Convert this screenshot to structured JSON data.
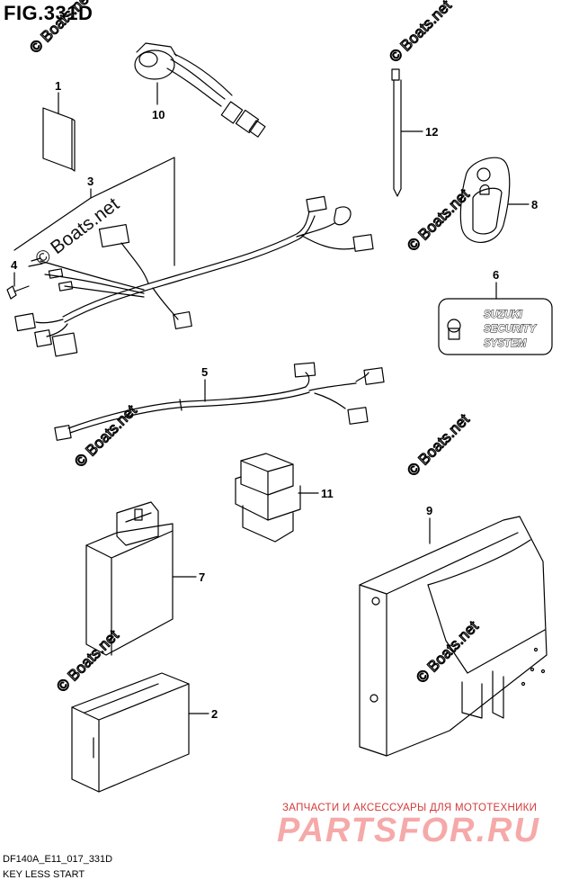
{
  "figure": {
    "title": "FIG.331D",
    "code": "DF140A_E11_017_331D",
    "name": "KEY LESS START"
  },
  "callouts": [
    "1",
    "2",
    "3",
    "4",
    "5",
    "6",
    "7",
    "8",
    "9",
    "10",
    "11",
    "12"
  ],
  "badge": {
    "line1": "SUZUKI",
    "line2": "SECURITY",
    "line3": "SYSTEM"
  },
  "watermark": {
    "text": "© Boats.net",
    "feature_text": "© Boats.net"
  },
  "ad": {
    "tagline": "ЗАПЧАСТИ И АКСЕССУАРЫ ДЛЯ МОТОТЕХНИКИ",
    "brand": "PARTSFOR.RU",
    "color": "#d23a3a",
    "brand_color": "#f6a9a9"
  }
}
